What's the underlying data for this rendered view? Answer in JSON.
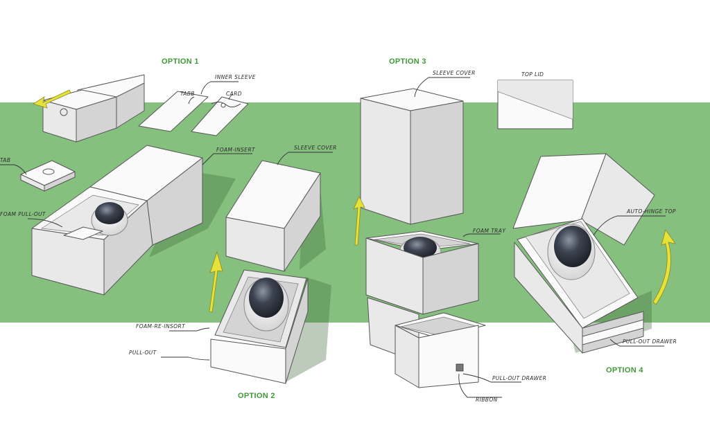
{
  "options": {
    "option1": "OPTION 1",
    "option2": "OPTION 2",
    "option3": "OPTION 3",
    "option4": "OPTION 4"
  },
  "labels": {
    "inner_sleeve": "INNER SLEEVE",
    "tabb": "TABB",
    "card": "CARD",
    "tab": "TAB",
    "foam_insert": "FOAM-INSERT",
    "foam_pull_out": "FOAM PULL-OUT",
    "sleeve_cover_2": "SLEEVE COVER",
    "foam_re_insort": "FOAM-RE-INSORT",
    "pull_out": "PULL-OUT",
    "sleeve_cover_3": "SLEEVE COVER",
    "top_lid": "TOP LID",
    "foam_tray": "FOAM TRAY",
    "pull_out_drawer_3": "PULL-OUT DRAWER",
    "ribbon": "RIBBON",
    "auto_hinge_top": "AUTO-HINGE TOP",
    "pull_out_drawer_4": "PULL-OUT DRAWER"
  },
  "colors": {
    "band": "#86c07f",
    "accent_text": "#3f9a35",
    "arrow": "#e7e23a",
    "foam_dome": "#3d4350"
  }
}
